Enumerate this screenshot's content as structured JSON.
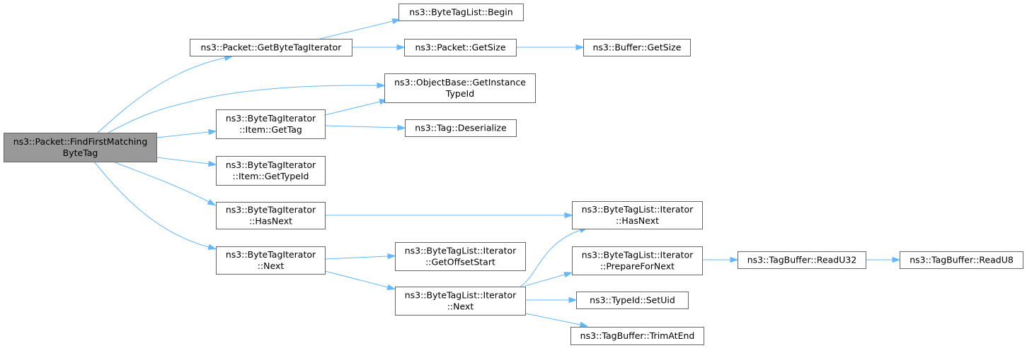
{
  "colors": {
    "edge": "#63b8ff",
    "node_border": "#666666",
    "root_fill": "#999999",
    "node_fill": "#ffffff"
  },
  "nodes": [
    {
      "id": "root",
      "lines": [
        "ns3::Packet::FindFirstMatching",
        "ByteTag"
      ]
    },
    {
      "id": "getbytetagiterator",
      "lines": [
        "ns3::Packet::GetByteTagIterator"
      ]
    },
    {
      "id": "bytetaglist-begin",
      "lines": [
        "ns3::ByteTagList::Begin"
      ]
    },
    {
      "id": "packet-getsize",
      "lines": [
        "ns3::Packet::GetSize"
      ]
    },
    {
      "id": "buffer-getsize",
      "lines": [
        "ns3::Buffer::GetSize"
      ]
    },
    {
      "id": "objectbase-getinstancetypeid",
      "lines": [
        "ns3::ObjectBase::GetInstance",
        "TypeId"
      ]
    },
    {
      "id": "item-gettag",
      "lines": [
        "ns3::ByteTagIterator",
        "::Item::GetTag"
      ]
    },
    {
      "id": "tag-deserialize",
      "lines": [
        "ns3::Tag::Deserialize"
      ]
    },
    {
      "id": "item-gettypeid",
      "lines": [
        "ns3::ByteTagIterator",
        "::Item::GetTypeId"
      ]
    },
    {
      "id": "bti-hasnext",
      "lines": [
        "ns3::ByteTagIterator",
        "::HasNext"
      ]
    },
    {
      "id": "btl-iterator-hasnext",
      "lines": [
        "ns3::ByteTagList::Iterator",
        "::HasNext"
      ]
    },
    {
      "id": "bti-next",
      "lines": [
        "ns3::ByteTagIterator",
        "::Next"
      ]
    },
    {
      "id": "btl-iterator-getoffsetstart",
      "lines": [
        "ns3::ByteTagList::Iterator",
        "::GetOffsetStart"
      ]
    },
    {
      "id": "btl-iterator-next",
      "lines": [
        "ns3::ByteTagList::Iterator",
        "::Next"
      ]
    },
    {
      "id": "btl-iterator-preparefornext",
      "lines": [
        "ns3::ByteTagList::Iterator",
        "::PrepareForNext"
      ]
    },
    {
      "id": "tagbuffer-readu32",
      "lines": [
        "ns3::TagBuffer::ReadU32"
      ]
    },
    {
      "id": "tagbuffer-readu8",
      "lines": [
        "ns3::TagBuffer::ReadU8"
      ]
    },
    {
      "id": "typeid-setuid",
      "lines": [
        "ns3::TypeId::SetUid"
      ]
    },
    {
      "id": "tagbuffer-trimatend",
      "lines": [
        "ns3::TagBuffer::TrimAtEnd"
      ]
    }
  ],
  "edges": [
    {
      "from": "root",
      "to": "getbytetagiterator"
    },
    {
      "from": "root",
      "to": "objectbase-getinstancetypeid"
    },
    {
      "from": "root",
      "to": "item-gettag"
    },
    {
      "from": "root",
      "to": "item-gettypeid"
    },
    {
      "from": "root",
      "to": "bti-hasnext"
    },
    {
      "from": "root",
      "to": "bti-next"
    },
    {
      "from": "getbytetagiterator",
      "to": "bytetaglist-begin"
    },
    {
      "from": "getbytetagiterator",
      "to": "packet-getsize"
    },
    {
      "from": "packet-getsize",
      "to": "buffer-getsize"
    },
    {
      "from": "item-gettag",
      "to": "objectbase-getinstancetypeid"
    },
    {
      "from": "item-gettag",
      "to": "tag-deserialize"
    },
    {
      "from": "bti-hasnext",
      "to": "btl-iterator-hasnext"
    },
    {
      "from": "bti-next",
      "to": "btl-iterator-getoffsetstart"
    },
    {
      "from": "bti-next",
      "to": "btl-iterator-next"
    },
    {
      "from": "btl-iterator-next",
      "to": "btl-iterator-hasnext"
    },
    {
      "from": "btl-iterator-next",
      "to": "btl-iterator-preparefornext"
    },
    {
      "from": "btl-iterator-next",
      "to": "typeid-setuid"
    },
    {
      "from": "btl-iterator-next",
      "to": "tagbuffer-trimatend"
    },
    {
      "from": "btl-iterator-preparefornext",
      "to": "tagbuffer-readu32"
    },
    {
      "from": "tagbuffer-readu32",
      "to": "tagbuffer-readu8"
    }
  ]
}
